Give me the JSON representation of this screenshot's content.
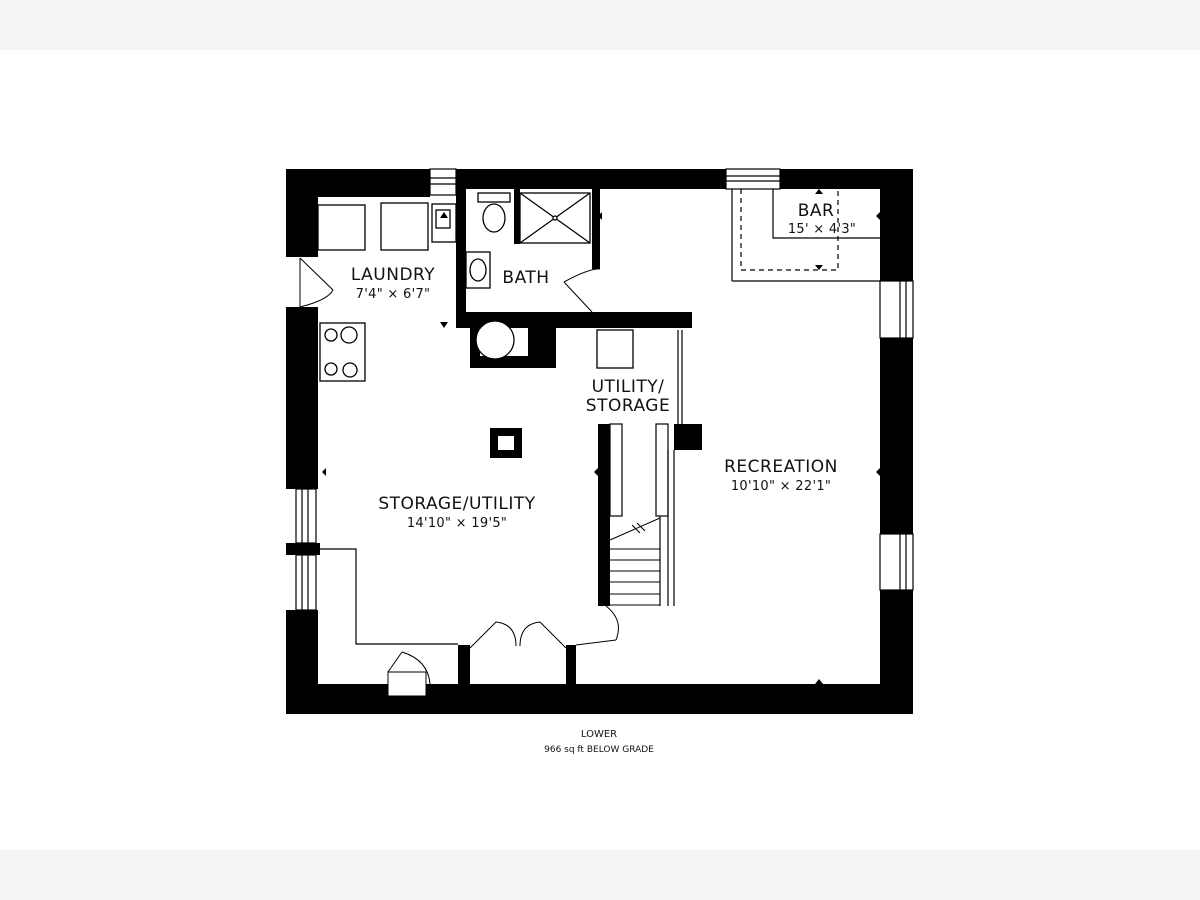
{
  "rooms": {
    "laundry": {
      "name": "LAUNDRY",
      "dims": "7'4\" × 6'7\""
    },
    "bath": {
      "name": "BATH"
    },
    "bar": {
      "name": "BAR",
      "dims": "15' × 4'3\""
    },
    "utility": {
      "name_line1": "UTILITY/",
      "name_line2": "STORAGE"
    },
    "storage": {
      "name": "STORAGE/UTILITY",
      "dims": "14'10\" × 19'5\""
    },
    "recreation": {
      "name": "RECREATION",
      "dims": "10'10\" × 22'1\""
    }
  },
  "footer": {
    "level": "LOWER",
    "area_prefix": "966 sq ft ",
    "area_suffix": "BELOW GRADE"
  }
}
